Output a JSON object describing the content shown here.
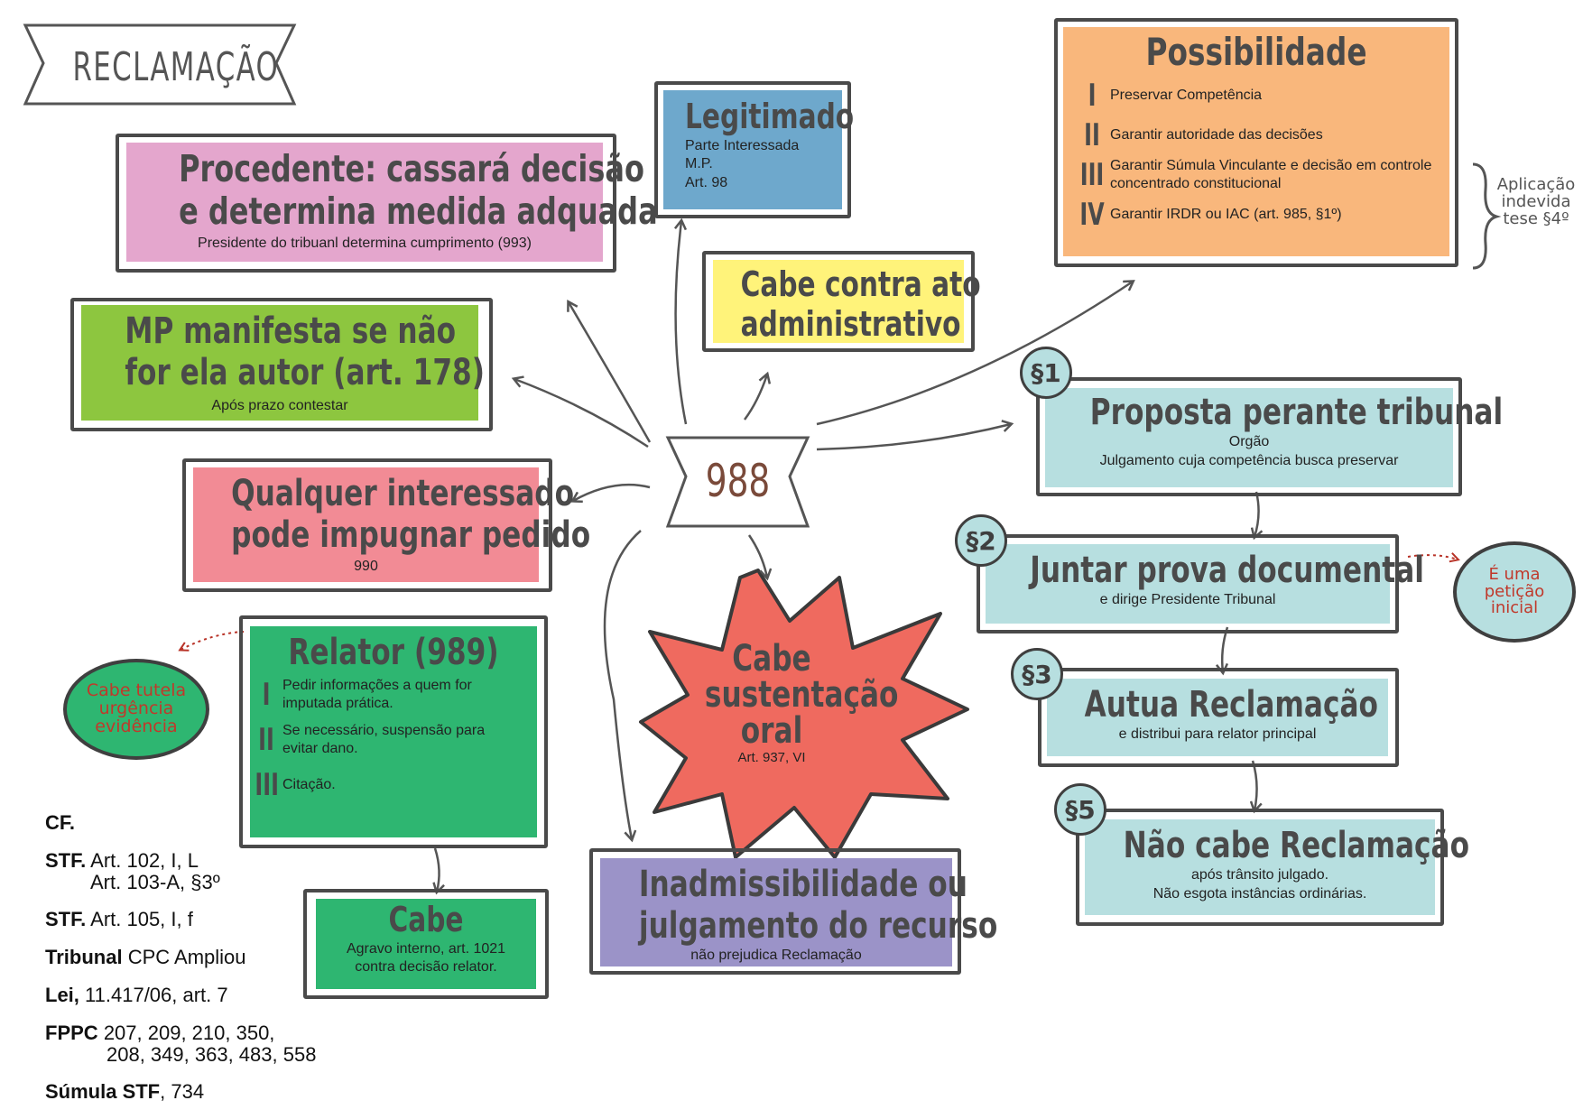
{
  "header": {
    "title": "RECLAMAÇÃO"
  },
  "center": {
    "label": "988"
  },
  "legitimado": {
    "title": "Legitimado",
    "lines": [
      "Parte Interessada",
      "M.P.",
      "Art. 98"
    ]
  },
  "cabe_ato": {
    "line1": "Cabe contra ato",
    "line2": "administrativo"
  },
  "procedente": {
    "line1": "Procedente: cassará decisão",
    "line2": "e determina medida adquada",
    "sub": "Presidente do tribuanl determina cumprimento (993)"
  },
  "mp": {
    "line1": "MP manifesta se não",
    "line2": "for ela autor (art. 178)",
    "sub": "Após prazo contestar"
  },
  "qualquer": {
    "line1": "Qualquer interessado",
    "line2": "pode impugnar pedido",
    "sub": "990"
  },
  "relator": {
    "title": "Relator (989)",
    "items": [
      {
        "roman": "I",
        "text": "Pedir informações a quem for imputada prática."
      },
      {
        "roman": "II",
        "text": "Se necessário, suspensão para evitar dano."
      },
      {
        "roman": "III",
        "text": "Citação."
      }
    ]
  },
  "tutela": {
    "line1": "Cabe tutela",
    "line2": "urgência",
    "line3": "evidência"
  },
  "cabe_agravo": {
    "title": "Cabe",
    "line1": "Agravo interno, art. 1021",
    "line2": "contra decisão relator."
  },
  "sustentacao": {
    "line1": "Cabe",
    "line2": "sustentação",
    "line3": "oral",
    "sub": "Art. 937, VI"
  },
  "inadmissibilidade": {
    "line1": "Inadmissibilidade ou",
    "line2": "julgamento do recurso",
    "sub": "não prejudica Reclamação"
  },
  "possibilidade": {
    "title": "Possibilidade",
    "items": [
      {
        "roman": "I",
        "text": "Preservar Competência"
      },
      {
        "roman": "II",
        "text": "Garantir autoridade das decisões"
      },
      {
        "roman": "III",
        "text": "Garantir Súmula Vinculante e decisão em controle concentrado constitucional"
      },
      {
        "roman": "IV",
        "text": "Garantir IRDR ou IAC (art. 985, §1º)"
      }
    ]
  },
  "aplicacao": {
    "line1": "Aplicação",
    "line2": "indevida",
    "line3": "tese §4º"
  },
  "p1": {
    "badge": "§1",
    "title": "Proposta perante tribunal",
    "sub1": "Orgão",
    "sub2": "Julgamento  cuja competência busca preservar"
  },
  "p2": {
    "badge": "§2",
    "title": "Juntar prova documental",
    "sub": "e dirige Presidente Tribunal"
  },
  "peticao": {
    "line1": "É uma",
    "line2": "petição",
    "line3": "inicial"
  },
  "p3": {
    "badge": "§3",
    "title": "Autua Reclamação",
    "sub": "e distribui para relator principal"
  },
  "p5": {
    "badge": "§5",
    "title": "Não cabe Reclamação",
    "sub1": "após trânsito julgado.",
    "sub2": "Não esgota instâncias ordinárias."
  },
  "legal": {
    "cf": "CF.",
    "stf1_b": "STF.",
    "stf1_a": "Art. 102, I, L",
    "stf1_b2": "Art. 103-A, §3º",
    "stf2_b": "STF.",
    "stf2_a": "Art. 105, I, f",
    "trib_b": "Tribunal",
    "trib_a": "CPC Ampliou",
    "lei_b": "Lei,",
    "lei_a": "11.417/06, art. 7",
    "fppc_b": "FPPC",
    "fppc_a": "207, 209, 210, 350,",
    "fppc_a2": "208, 349, 363, 483, 558",
    "sum_b": "Súmula STF",
    "sum_a": ", 734"
  },
  "colors": {
    "pink": "#e4a6cd",
    "green_light": "#8dc63f",
    "salmon": "#f28b95",
    "green": "#2eb671",
    "blue": "#6ea8cc",
    "yellow": "#fff37a",
    "orange": "#f9b77c",
    "teal": "#b7dfe0",
    "purple": "#9b93c8",
    "red_star": "#ef6a5f",
    "dark": "#4a4a4a"
  }
}
